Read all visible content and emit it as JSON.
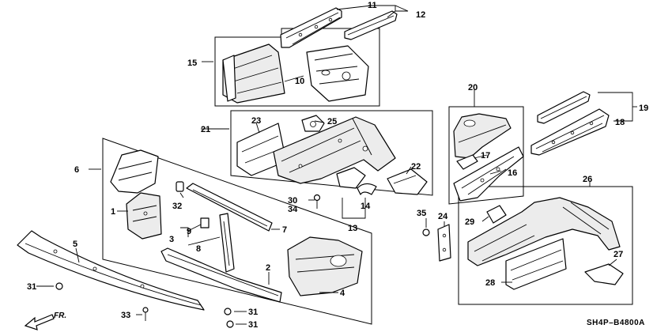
{
  "callouts": {
    "c1": "1",
    "c2": "2",
    "c3": "3",
    "c4": "4",
    "c5": "5",
    "c6": "6",
    "c7": "7",
    "c8": "8",
    "c9": "9",
    "c10": "10",
    "c11": "11",
    "c12": "12",
    "c13": "13",
    "c14": "14",
    "c15": "15",
    "c16": "16",
    "c17": "17",
    "c18": "18",
    "c19": "19",
    "c20": "20",
    "c21": "21",
    "c22": "22",
    "c23": "23",
    "c24": "24",
    "c25": "25",
    "c26": "26",
    "c27": "27",
    "c28": "28",
    "c29": "29",
    "c30": "30",
    "c31a": "31",
    "c31b": "31",
    "c31c": "31",
    "c32": "32",
    "c33": "33",
    "c34": "34",
    "c35": "35"
  },
  "front_arrow_label": "FR.",
  "diagram_code": "SH4P–B4800A"
}
